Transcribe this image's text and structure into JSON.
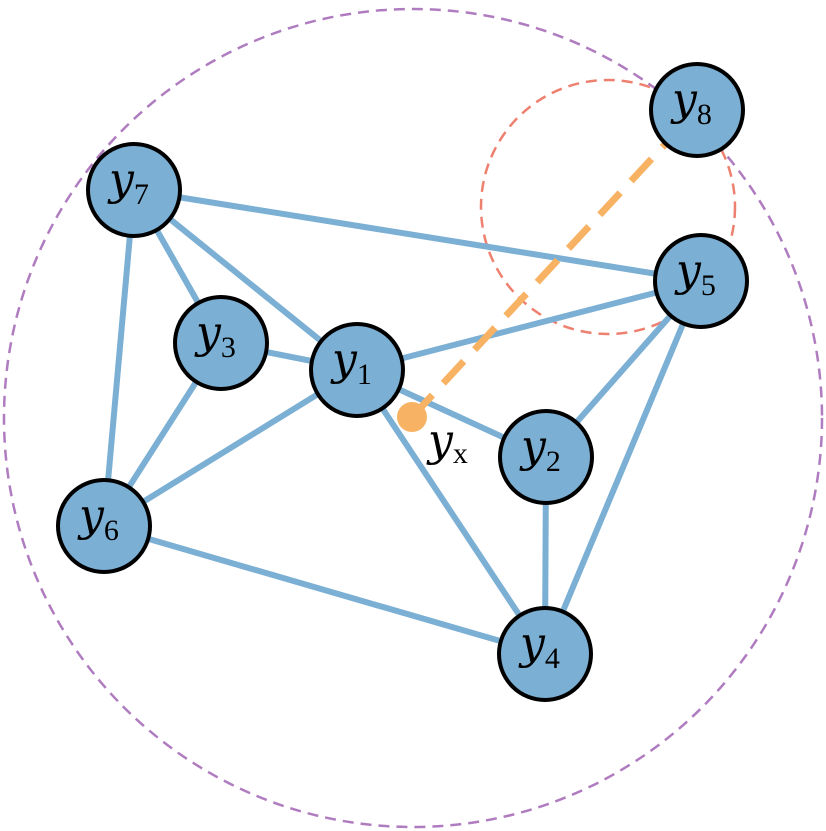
{
  "colors": {
    "edge": "#7bafd4",
    "node_fill": "#7bafd4",
    "node_stroke": "#000000",
    "outer_circle": "#b07cc0",
    "inner_circle": "#ee8070",
    "query_point": "#f7b264",
    "query_line": "#f7b264"
  },
  "nodes": [
    {
      "id": "y1",
      "base": "y",
      "sub": "1"
    },
    {
      "id": "y2",
      "base": "y",
      "sub": "2"
    },
    {
      "id": "y3",
      "base": "y",
      "sub": "3"
    },
    {
      "id": "y4",
      "base": "y",
      "sub": "4"
    },
    {
      "id": "y5",
      "base": "y",
      "sub": "5"
    },
    {
      "id": "y6",
      "base": "y",
      "sub": "6"
    },
    {
      "id": "y7",
      "base": "y",
      "sub": "7"
    },
    {
      "id": "y8",
      "base": "y",
      "sub": "8"
    }
  ],
  "edges": [
    [
      "y7",
      "y5"
    ],
    [
      "y7",
      "y3"
    ],
    [
      "y7",
      "y1"
    ],
    [
      "y7",
      "y6"
    ],
    [
      "y3",
      "y1"
    ],
    [
      "y3",
      "y6"
    ],
    [
      "y1",
      "y6"
    ],
    [
      "y1",
      "y5"
    ],
    [
      "y1",
      "y2"
    ],
    [
      "y1",
      "y4"
    ],
    [
      "y5",
      "y2"
    ],
    [
      "y5",
      "y4"
    ],
    [
      "y2",
      "y4"
    ],
    [
      "y6",
      "y4"
    ]
  ],
  "query": {
    "base": "y",
    "sub": "x",
    "target": "y8"
  }
}
